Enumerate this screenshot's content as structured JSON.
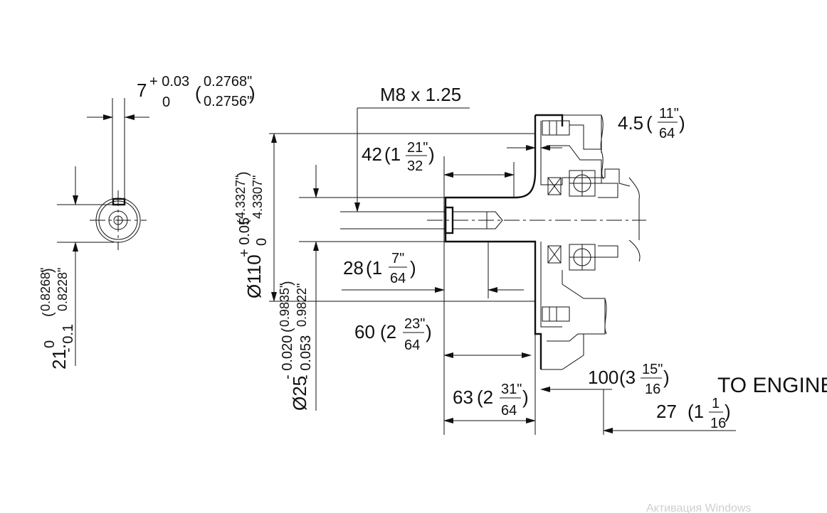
{
  "dimensions": {
    "key_width": {
      "value": "7",
      "upper_tol": "+ 0.03",
      "lower_tol": "0",
      "inch_max": "0.2768\"",
      "inch_min": "0.2756\""
    },
    "key_height": {
      "value": "21.",
      "upper_tol": "0",
      "lower_tol": "- 0.1",
      "inch_max": "0.8268\"",
      "inch_min": "0.8228\""
    },
    "thread": {
      "label": "M8 x 1.25"
    },
    "flange_dia": {
      "value": "Ø110",
      "upper_tol": "+ 0.05",
      "lower_tol": "0",
      "inch_max": "4.3327\"",
      "inch_min": "4.3307\""
    },
    "shaft_dia": {
      "value": "Ø25",
      "upper_tol": "- 0.020",
      "lower_tol": "- 0.053",
      "inch_max": "0.9835\"",
      "inch_min": "0.9822\""
    },
    "d42": {
      "mm": "42",
      "whole": "(1",
      "num": "21\"",
      "den": "32",
      "close": ")"
    },
    "d28": {
      "mm": "28",
      "whole": "(1",
      "num": "7\"",
      "den": "64",
      "close": ")"
    },
    "d60": {
      "mm": "60",
      "whole": "(2",
      "num": "23\"",
      "den": "64",
      "close": ")"
    },
    "d63": {
      "mm": "63",
      "whole": "(2",
      "num": "31\"",
      "den": "64",
      "close": ")"
    },
    "d45": {
      "mm": "4.5",
      "whole": "(",
      "num": "11\"",
      "den": "64",
      "close": ")"
    },
    "d100": {
      "mm": "100",
      "whole": "(3",
      "num": "15\"",
      "den": "16",
      "close": ")"
    },
    "d27": {
      "mm": "27",
      "whole": "(1",
      "num": "1",
      "den": "16",
      "close": ")"
    }
  },
  "labels": {
    "to_engine": "TO ENGINE",
    "watermark": "Активация Windows"
  }
}
